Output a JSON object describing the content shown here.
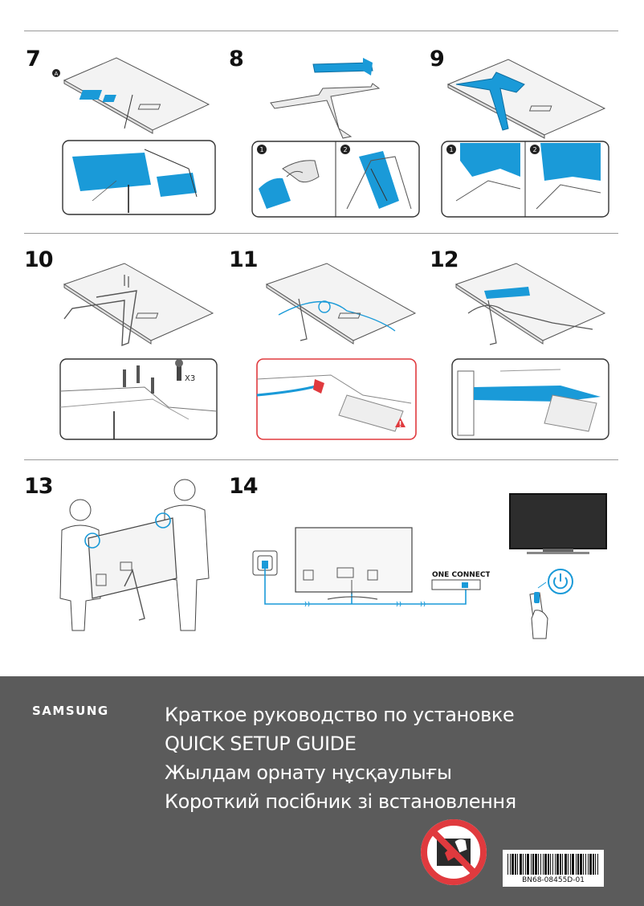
{
  "steps": {
    "s7": "7",
    "s8": "8",
    "s9": "9",
    "s10": "10",
    "s11": "11",
    "s12": "12",
    "s13": "13",
    "s14": "14"
  },
  "callouts": {
    "a_marker": "A",
    "sub1": "1",
    "sub2": "2",
    "screw_count": "X3",
    "one_connect": "ONE CONNECT"
  },
  "footer": {
    "brand": "SAMSUNG",
    "titles": [
      "Краткое руководство по установке",
      "QUICK SETUP GUIDE",
      "Жылдам орнату нұсқаулығы",
      "Короткий посібник зі встановлення"
    ],
    "barcode_text": "BN68-08455D-01"
  },
  "colors": {
    "accent_blue": "#1a9ad8",
    "warning_red": "#e03a3e",
    "footer_bg": "#5b5b5b",
    "line_gray": "#555555"
  },
  "icons": [
    "warning-icon",
    "power-icon",
    "no-touch-screen-icon",
    "power-plug-icon"
  ]
}
